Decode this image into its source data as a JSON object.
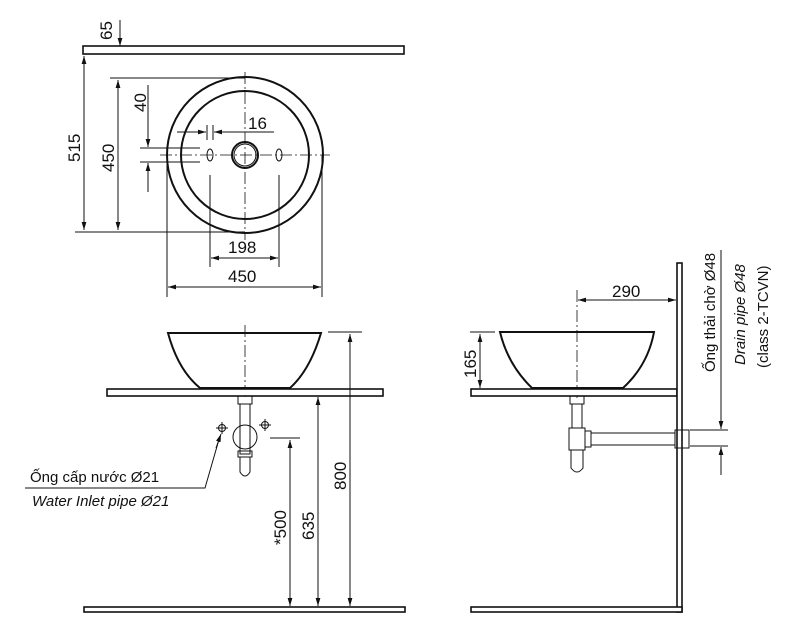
{
  "top_view": {
    "dim_counter_thickness": "65",
    "dim_total_depth": "515",
    "dim_basin_depth": "450",
    "dim_hole_offset": "40",
    "dim_hole_width": "16",
    "dim_hole_spacing": "198",
    "dim_basin_width": "450"
  },
  "front_view": {
    "dim_total_height": "800",
    "dim_counter_height": "635",
    "dim_inlet_height": "*500",
    "inlet_label_vi": "Ống cấp nước Ø21",
    "inlet_label_en": "Water Inlet pipe Ø21"
  },
  "side_view": {
    "dim_wall_offset": "290",
    "dim_basin_height": "165",
    "drain_label_vi": "Ống thải chờ Ø48",
    "drain_label_en": "Drain pipe Ø48",
    "drain_label_class": "(class 2-TCVN)"
  }
}
